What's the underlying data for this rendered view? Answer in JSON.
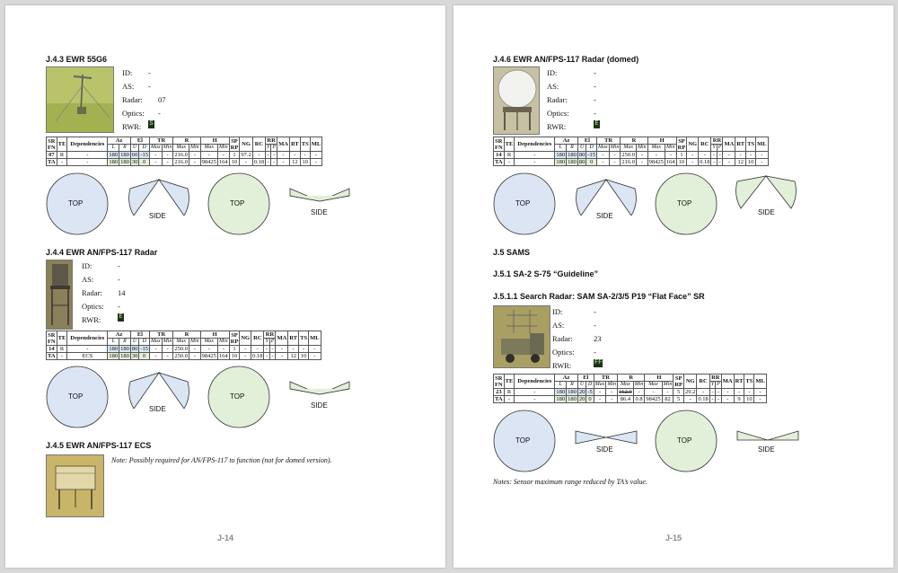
{
  "pages": [
    {
      "page_number": "J-14",
      "sections": [
        {
          "heading": "J.4.3  EWR 55G6",
          "id": "-",
          "as": "-",
          "radar": "07",
          "optics": "-",
          "rwr": "S",
          "rows": [
            [
              "07",
              "R",
              "-",
              "180",
              "180",
              "60",
              "-15",
              "-",
              "-",
              "216.0",
              "-",
              "-",
              "-",
              "1",
              "97.2",
              "-",
              "-",
              "-",
              "-",
              "-",
              "-",
              "-"
            ],
            [
              "TA",
              "-",
              "-",
              "180",
              "180",
              "30",
              "0",
              "-",
              "-",
              "216.0",
              "-",
              "98425",
              "164",
              "10",
              "-",
              "0.18",
              "-",
              "-",
              "-",
              "12",
              "10",
              "-"
            ]
          ]
        },
        {
          "heading": "J.4.4  EWR AN/FPS-117 Radar",
          "id": "-",
          "as": "-",
          "radar": "14",
          "optics": "-",
          "rwr": "E",
          "rows": [
            [
              "14",
              "R",
              "-",
              "180",
              "180",
              "80",
              "-15",
              "-",
              "-",
              "250.0",
              "-",
              "-",
              "-",
              "1",
              "-",
              "-",
              "-",
              "-",
              "-",
              "-",
              "-",
              "-"
            ],
            [
              "TA",
              "-",
              "ECS",
              "180",
              "180",
              "30",
              "0",
              "-",
              "-",
              "250.0",
              "-",
              "98425",
              "164",
              "10",
              "-",
              "0.18",
              "-",
              "-",
              "-",
              "12",
              "10",
              "-"
            ]
          ]
        },
        {
          "heading": "J.4.5  EWR AN/FPS-117 ECS",
          "note": "Note: Possibly required for AN/FPS-117 to function (not for domed version)."
        }
      ]
    },
    {
      "page_number": "J-15",
      "sections": [
        {
          "heading": "J.4.6  EWR AN/FPS-117 Radar (domed)",
          "id": "-",
          "as": "-",
          "radar": "-",
          "optics": "-",
          "rwr": "E",
          "rows": [
            [
              "14",
              "R",
              "-",
              "180",
              "180",
              "80",
              "-15",
              "-",
              "-",
              "250.0",
              "-",
              "-",
              "-",
              "1",
              "-",
              "-",
              "-",
              "-",
              "-",
              "-",
              "-",
              "-"
            ],
            [
              "TA",
              "-",
              "-",
              "180",
              "180",
              "80",
              "0",
              "-",
              "-",
              "216.0",
              "-",
              "98425",
              "164",
              "10",
              "-",
              "0.18",
              "-",
              "-",
              "-",
              "12",
              "10",
              "-"
            ]
          ]
        },
        {
          "heading": "J.5  SAMS"
        },
        {
          "heading": "J.5.1  SA-2 S-75 “Guideline”"
        },
        {
          "heading": "J.5.1.1  Search Radar: SAM SA-2/3/5 P19 “Flat Face” SR",
          "id": "-",
          "as": "-",
          "radar": "23",
          "optics": "-",
          "rwr": "FF",
          "rows": [
            [
              "23",
              "R",
              "-",
              "180",
              "180",
              "20",
              "-5",
              "-",
              "-",
              "162.0",
              "-",
              "-",
              "-",
              "5",
              "29.2",
              "-",
              "-",
              "-",
              "-",
              "-",
              "-",
              "-"
            ],
            [
              "TA",
              "-",
              "-",
              "180",
              "180",
              "20",
              "0",
              "-",
              "-",
              "86.4",
              "0.8",
              "98425",
              "82",
              "5",
              "-",
              "0.18",
              "-",
              "-",
              "-",
              "9",
              "10",
              "-"
            ]
          ]
        },
        {
          "note": "Notes: Sensor maximum range reduced by TA’s value."
        }
      ]
    }
  ],
  "table_header": {
    "sr_fn": [
      "SR",
      "FN"
    ],
    "te": "TE",
    "dependencies": "Dependencies",
    "az": "Az",
    "el": "El",
    "tr": "TR",
    "r": "R",
    "h": "H",
    "sp_rp": [
      "SP",
      "RP"
    ],
    "ng": "NG",
    "rc": "RC",
    "rr": "RR",
    "ma": "MA",
    "rt": "RT",
    "ts": "TS",
    "ml": "ML",
    "sub": {
      "l": "L",
      "r": "R",
      "u": "U",
      "d": "D",
      "max": "Max",
      "min": "Min",
      "y": "Y",
      "p": "P"
    }
  },
  "labels": {
    "id": "ID:",
    "as": "AS:",
    "radar": "Radar:",
    "optics": "Optics:",
    "rwr": "RWR:",
    "top": "TOP",
    "side": "SIDE"
  },
  "colors": {
    "top_blue": "#dbe5f3",
    "top_green": "#e2efd9",
    "outline": "#333333",
    "rwr_bg": "#1e3216",
    "rwr_fg": "#b6f09a"
  }
}
